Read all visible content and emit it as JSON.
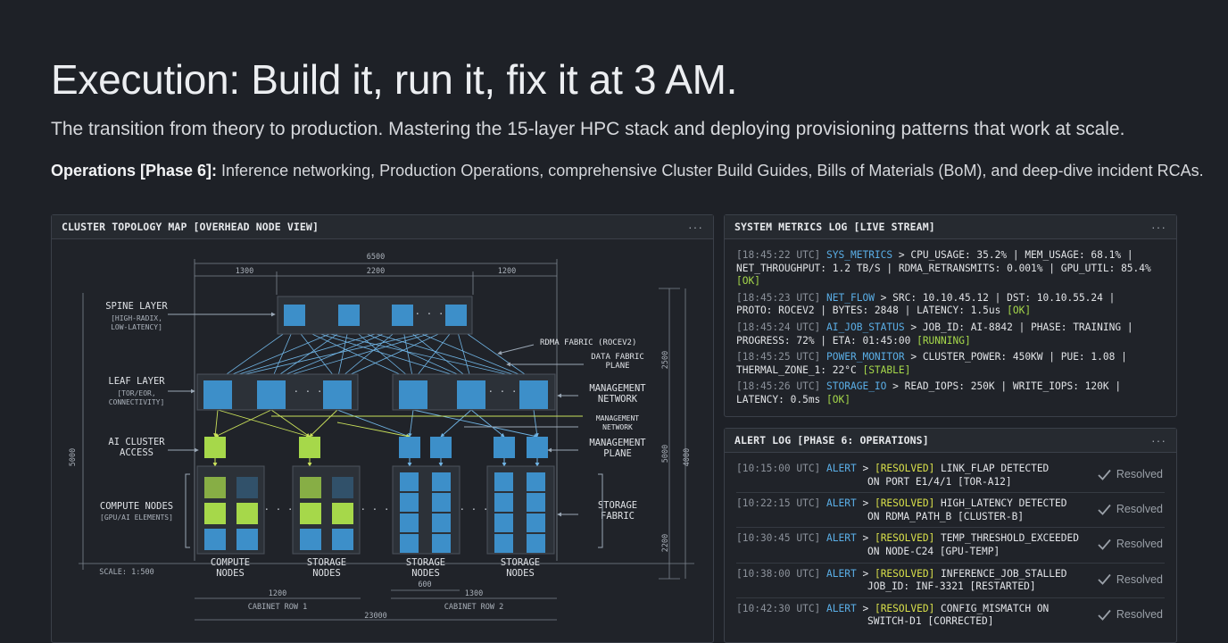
{
  "header": {
    "title": "Execution: Build it, run it, fix it at 3 AM.",
    "subtitle": "The transition from theory to production. Mastering the 15-layer HPC stack and deploying provisioning patterns that work at scale.",
    "ops_label": "Operations [Phase 6]:",
    "ops_text": " Inference networking, Production Operations, comprehensive Cluster Build Guides, Bills of Materials (BoM), and deep-dive incident RCAs."
  },
  "topology": {
    "title": "CLUSTER TOPOLOGY MAP [OVERHEAD NODE VIEW]",
    "menu": "···",
    "labels": {
      "spine": "SPINE LAYER",
      "spine_sub1": "[HIGH-RADIX,",
      "spine_sub2": "LOW-LATENCY]",
      "leaf": "LEAF LAYER",
      "leaf_sub1": "[TOR/EOR,",
      "leaf_sub2": "CONNECTIVITY]",
      "ai_access1": "AI CLUSTER",
      "ai_access2": "ACCESS",
      "compute1": "COMPUTE NODES",
      "compute2": "[GPU/AI ELEMENTS]",
      "rdma": "RDMA FABRIC (ROCEV2)",
      "data_fabric1": "DATA FABRIC",
      "data_fabric2": "PLANE",
      "mgmt_net1": "MANAGEMENT",
      "mgmt_net2": "NETWORK",
      "mgmt_ntw1": "MANAGEMENT",
      "mgmt_ntw2": "NETWORK",
      "mgmt_plane1": "MANAGEMENT",
      "mgmt_plane2": "PLANE",
      "storage_fabric1": "STORAGE",
      "storage_fabric2": "FABRIC",
      "scale": "SCALE: 1:500",
      "col_compute1": "COMPUTE",
      "col_compute2": "NODES",
      "col_storage1": "STORAGE",
      "col_storage2": "NODES",
      "cab1": "CABINET ROW 1",
      "cab2": "CABINET ROW 2",
      "ellipsis": "· · ·"
    },
    "dims": {
      "top_total": "6500",
      "top_a": "1300",
      "top_b": "2200",
      "top_c": "1200",
      "right_a": "2500",
      "right_b": "5000",
      "right_c": "2200",
      "right_outer": "4000",
      "left": "5000",
      "bottom_a": "1200",
      "bottom_b": "600",
      "bottom_c": "1300",
      "bottom_total": "23000"
    }
  },
  "metrics": {
    "title": "SYSTEM METRICS LOG [LIVE STREAM]",
    "menu": "···",
    "entries": [
      {
        "ts": "[18:45:22 UTC]",
        "tag": "SYS_METRICS",
        "l1": " > CPU_USAGE: 35.2% | MEM_USAGE: 68.1% |",
        "l2": "NET_THROUGHPUT: 1.2 TB/S | RDMA_RETRANSMITS: 0.001% | GPU_UTIL: 85.4% ",
        "status": "[OK]"
      },
      {
        "ts": "[18:45:23 UTC]",
        "tag": "NET_FLOW",
        "l1": " > SRC: 10.10.45.12 | DST: 10.10.55.24 |",
        "l2": "PROTO: ROCEV2 | BYTES: 2848 | LATENCY: 1.5us ",
        "status": "[OK]"
      },
      {
        "ts": "[18:45:24 UTC]",
        "tag": "AI_JOB_STATUS",
        "l1": " > JOB_ID: AI-8842 | PHASE: TRAINING |",
        "l2": "PROGRESS: 72% | ETA: 01:45:00 ",
        "status": "[RUNNING]"
      },
      {
        "ts": "[18:45:25 UTC]",
        "tag": "POWER_MONITOR",
        "l1": " > CLUSTER_POWER: 450KW | PUE: 1.08 |",
        "l2": "THERMAL_ZONE_1: 22°C ",
        "status": "[STABLE]"
      },
      {
        "ts": "[18:45:26 UTC]",
        "tag": "STORAGE_IO",
        "l1": " > READ_IOPS: 250K | WRITE_IOPS: 120K |",
        "l2": "LATENCY: 0.5ms ",
        "status": "[OK]"
      }
    ]
  },
  "alerts": {
    "title": "ALERT LOG [PHASE 6: OPERATIONS]",
    "menu": "···",
    "resolved_label": "Resolved",
    "entries": [
      {
        "ts": "[10:15:00 UTC]",
        "kind": "ALERT",
        "sep": " > ",
        "state": "[RESOLVED]",
        "l1": " LINK_FLAP DETECTED",
        "l2": "ON PORT E1/4/1 [TOR-A12]"
      },
      {
        "ts": "[10:22:15 UTC]",
        "kind": "ALERT",
        "sep": " > ",
        "state": "[RESOLVED]",
        "l1": " HIGH_LATENCY DETECTED",
        "l2": "ON RDMA_PATH_B [CLUSTER-B]"
      },
      {
        "ts": "[10:30:45 UTC]",
        "kind": "ALERT",
        "sep": " > ",
        "state": "[RESOLVED]",
        "l1": " TEMP_THRESHOLD_EXCEEDED",
        "l2": "ON NODE-C24 [GPU-TEMP]"
      },
      {
        "ts": "[10:38:00 UTC]",
        "kind": "ALERT",
        "sep": " > ",
        "state": "[RESOLVED]",
        "l1": " INFERENCE_JOB_STALLED",
        "l2": "JOB_ID: INF-3321 [RESTARTED]"
      },
      {
        "ts": "[10:42:30 UTC]",
        "kind": "ALERT",
        "sep": " > ",
        "state": "[RESOLVED]",
        "l1": " CONFIG_MISMATCH ON",
        "l2": "SWITCH-D1 [CORRECTED]"
      }
    ]
  },
  "colors": {
    "background": "#1e2127",
    "node_blue": "#3d8fc9",
    "node_green": "#a6d84a",
    "tag_blue": "#5aaee6",
    "status_green": "#a6d84a"
  }
}
